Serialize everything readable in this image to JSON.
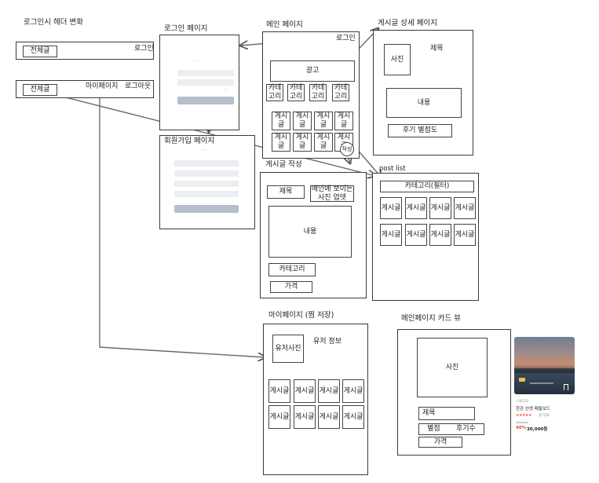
{
  "header_variants": {
    "title": "로그인시 헤더 변화",
    "logged_out": {
      "all_posts": "전체글",
      "login": "로그인"
    },
    "logged_in": {
      "all_posts": "전체글",
      "mypage": "마이페이지",
      "logout": "로그아웃"
    }
  },
  "login_page": {
    "title": "로그인 페이지"
  },
  "signup_page": {
    "title": "회원가입 페이지"
  },
  "main_page": {
    "title": "메인 페이지",
    "login_link": "로그인",
    "ad": "광고",
    "categories": [
      "카테\n고리",
      "카테\n고리",
      "카테\n고리",
      "카테\n고리"
    ],
    "posts": [
      "게시글",
      "게시글",
      "게시글",
      "게시글",
      "게시글",
      "게시글",
      "게시글",
      "게시글"
    ],
    "write_fab": "작성"
  },
  "post_detail_page": {
    "title": "게시글 상세 페이지",
    "photo": "사진",
    "post_title": "제목",
    "content": "내용",
    "review_rating": "후기 별점도"
  },
  "post_write_page": {
    "title": "게시글 작성",
    "title_field": "제목",
    "main_photo": "메인에 보이는\n사진 업뎃",
    "content": "내용",
    "category": "카테고리",
    "price": "가격"
  },
  "post_list_page": {
    "title": "post list",
    "category_filter": "카테고리(필터)",
    "posts": [
      "게시글",
      "게시글",
      "게시글",
      "게시글",
      "게시글",
      "게시글",
      "게시글",
      "게시글"
    ]
  },
  "mypage": {
    "title": "마이페이지 (찜 저장)",
    "user_photo": "유저사진",
    "user_info": "유저 정보",
    "posts": [
      "게시글",
      "게시글",
      "게시글",
      "게시글",
      "게시글",
      "게시글",
      "게시글",
      "게시글"
    ]
  },
  "main_card_view": {
    "title": "메인페이지 카드 뷰",
    "photo": "사진",
    "card_title": "제목",
    "rating": "별점",
    "review_count": "후기수",
    "price": "가격",
    "sample": {
      "shop": "스튜디오",
      "name": "한강 선셋 패들보드",
      "stars": "★★★★★",
      "reviews": "후기26",
      "discount": "40%",
      "price": "30,000원"
    }
  },
  "colors": {
    "line": "#3a3a3a",
    "arrow": "#6b6b6b",
    "discount": "#e0493f",
    "star": "#f2504b"
  }
}
